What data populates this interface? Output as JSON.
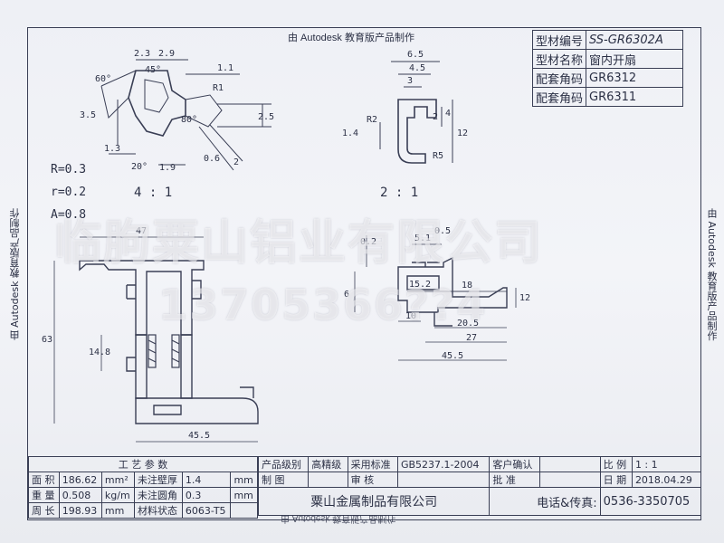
{
  "sheet": {
    "top_note": "由 Autodesk 教育版产品制作",
    "side_note_left": "由 Autodesk 教育版产品制作",
    "side_note_right": "由 Autodesk 教育版产品制作",
    "bottom_note": "由 Autodesk 教育版产品制作"
  },
  "title_block": {
    "rows": [
      {
        "label": "型材编号",
        "value": "SS-GR6302A"
      },
      {
        "label": "型材名称",
        "value": "窗内开扇"
      },
      {
        "label": "配套角码",
        "value": "GR6312"
      },
      {
        "label": "配套角码",
        "value": "GR6311"
      }
    ]
  },
  "scales": {
    "detail_a": "4 : 1",
    "detail_b": "2 : 1"
  },
  "radii": [
    "R=0.3",
    "r=0.2",
    "A=0.8"
  ],
  "watermark": {
    "company": "临朐粟山铝业有限公司",
    "phone": "13705366??4"
  },
  "dimensions": {
    "detail_a": [
      "2.3",
      "2.9",
      "1.1",
      "3.5",
      "R1",
      "2.5",
      "1.3",
      "20°",
      "1.9",
      "0.6",
      "2",
      "60°",
      "45°",
      "80°"
    ],
    "detail_b": [
      "6.5",
      "4.5",
      "3",
      "R2",
      "1.4",
      "2",
      "4",
      "12",
      "R5"
    ],
    "main": [
      "47",
      "63",
      "14.8",
      "45.5"
    ],
    "right": [
      "0.2",
      "5.1",
      "0.5",
      "15.2",
      "18",
      "6",
      "10",
      "12",
      "20.5",
      "27",
      "45.5"
    ]
  },
  "process_table": {
    "header": "工 艺 参 数",
    "rows": [
      {
        "k1": "面 积",
        "v1": "186.62",
        "u1": "mm²",
        "k2": "未注壁厚",
        "v2": "1.4",
        "u2": "mm"
      },
      {
        "k1": "重 量",
        "v1": "0.508",
        "u1": "kg/m",
        "k2": "未注圆角",
        "v2": "0.3",
        "u2": "mm"
      },
      {
        "k1": "周 长",
        "v1": "198.93",
        "u1": "mm",
        "k2": "材料状态",
        "v2": "6063-T5",
        "u2": ""
      }
    ]
  },
  "info_table": {
    "product_level_label": "产品级别",
    "product_level": "高精级",
    "standard_label": "采用标准",
    "standard": "GB5237.1-2004",
    "customer_label": "客户确认",
    "scale_label": "比 例",
    "scale": "1 : 1",
    "draw_label": "制 图",
    "review_label": "审 核",
    "approve_label": "批 准",
    "date_label": "日 期",
    "date": "2018.04.29",
    "company": "粟山金属制品有限公司",
    "phone_label": "电话&传真:",
    "phone": "0536-3350705"
  }
}
